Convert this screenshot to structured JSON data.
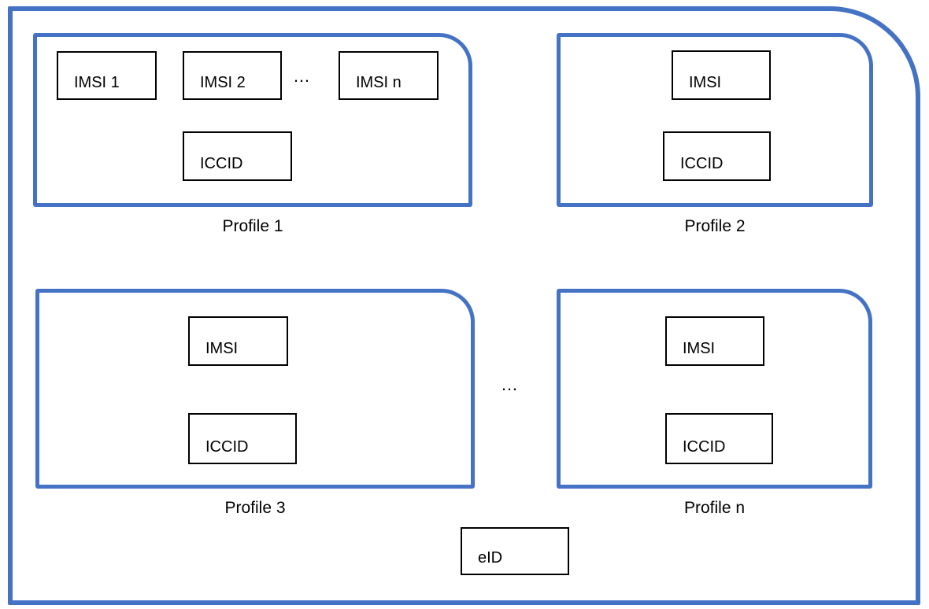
{
  "diagram": {
    "accent_color": "#4472C4",
    "box_border_color": "#000000",
    "profiles": [
      {
        "label": "Profile 1",
        "imsi_boxes": [
          "IMSI 1",
          "IMSI 2",
          "IMSI n"
        ],
        "imsi_ellipsis": "…",
        "iccid": "ICCID"
      },
      {
        "label": "Profile 2",
        "imsi": "IMSI",
        "iccid": "ICCID"
      },
      {
        "label": "Profile 3",
        "imsi": "IMSI",
        "iccid": "ICCID"
      },
      {
        "label": "Profile n",
        "imsi": "IMSI",
        "iccid": "ICCID"
      }
    ],
    "between_profiles_ellipsis": "…",
    "eid_label": "eID"
  }
}
